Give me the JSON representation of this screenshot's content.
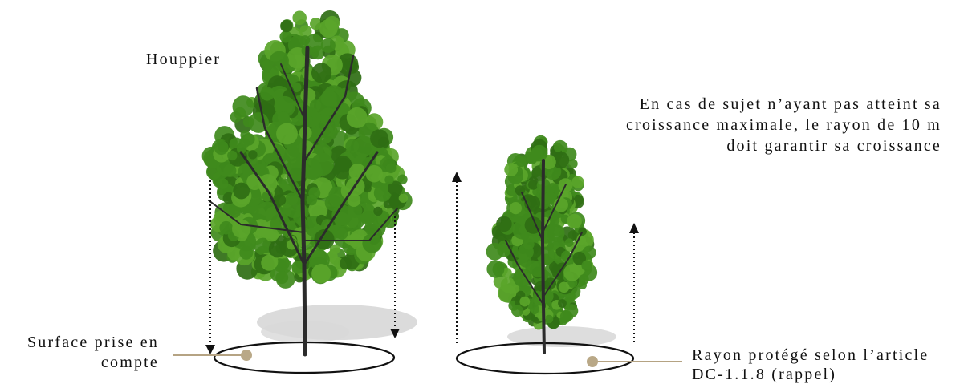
{
  "labels": {
    "crown": "Houppier",
    "surface_line1": "Surface prise en",
    "surface_line2": "compte",
    "note_line1": "En cas de sujet n’ayant pas atteint sa",
    "note_line2": "croissance maximale, le rayon de 10 m",
    "note_line3": "doit garantir sa croissance",
    "radius_line1": "Rayon protégé selon l’article",
    "radius_line2": "DC-1.1.8 (rappel)"
  },
  "colors": {
    "foliage_dark": "#2f6e14",
    "foliage_mid": "#3f8a1c",
    "foliage_light": "#5aa52a",
    "trunk": "#2b2b2b",
    "shadow": "#c9c9c9",
    "leader_line": "#b5a383",
    "leader_dot": "#b9a887",
    "ground_outline": "#111111",
    "arrow": "#111111"
  }
}
